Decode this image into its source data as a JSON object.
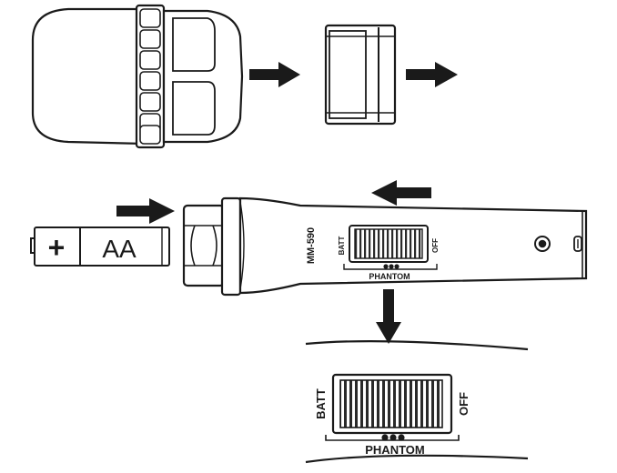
{
  "battery": {
    "plus_symbol": "+",
    "type_label": "AA"
  },
  "microphone": {
    "model_label": "MM-590"
  },
  "switch_small": {
    "left_label": "BATT",
    "right_label": "OFF",
    "bottom_label": "PHANTOM"
  },
  "switch_large": {
    "left_label": "BATT",
    "right_label": "OFF",
    "bottom_label": "PHANTOM"
  },
  "colors": {
    "stroke": "#1a1a1a",
    "body_fill": "#ffffff",
    "slider_dark": "#333333"
  }
}
